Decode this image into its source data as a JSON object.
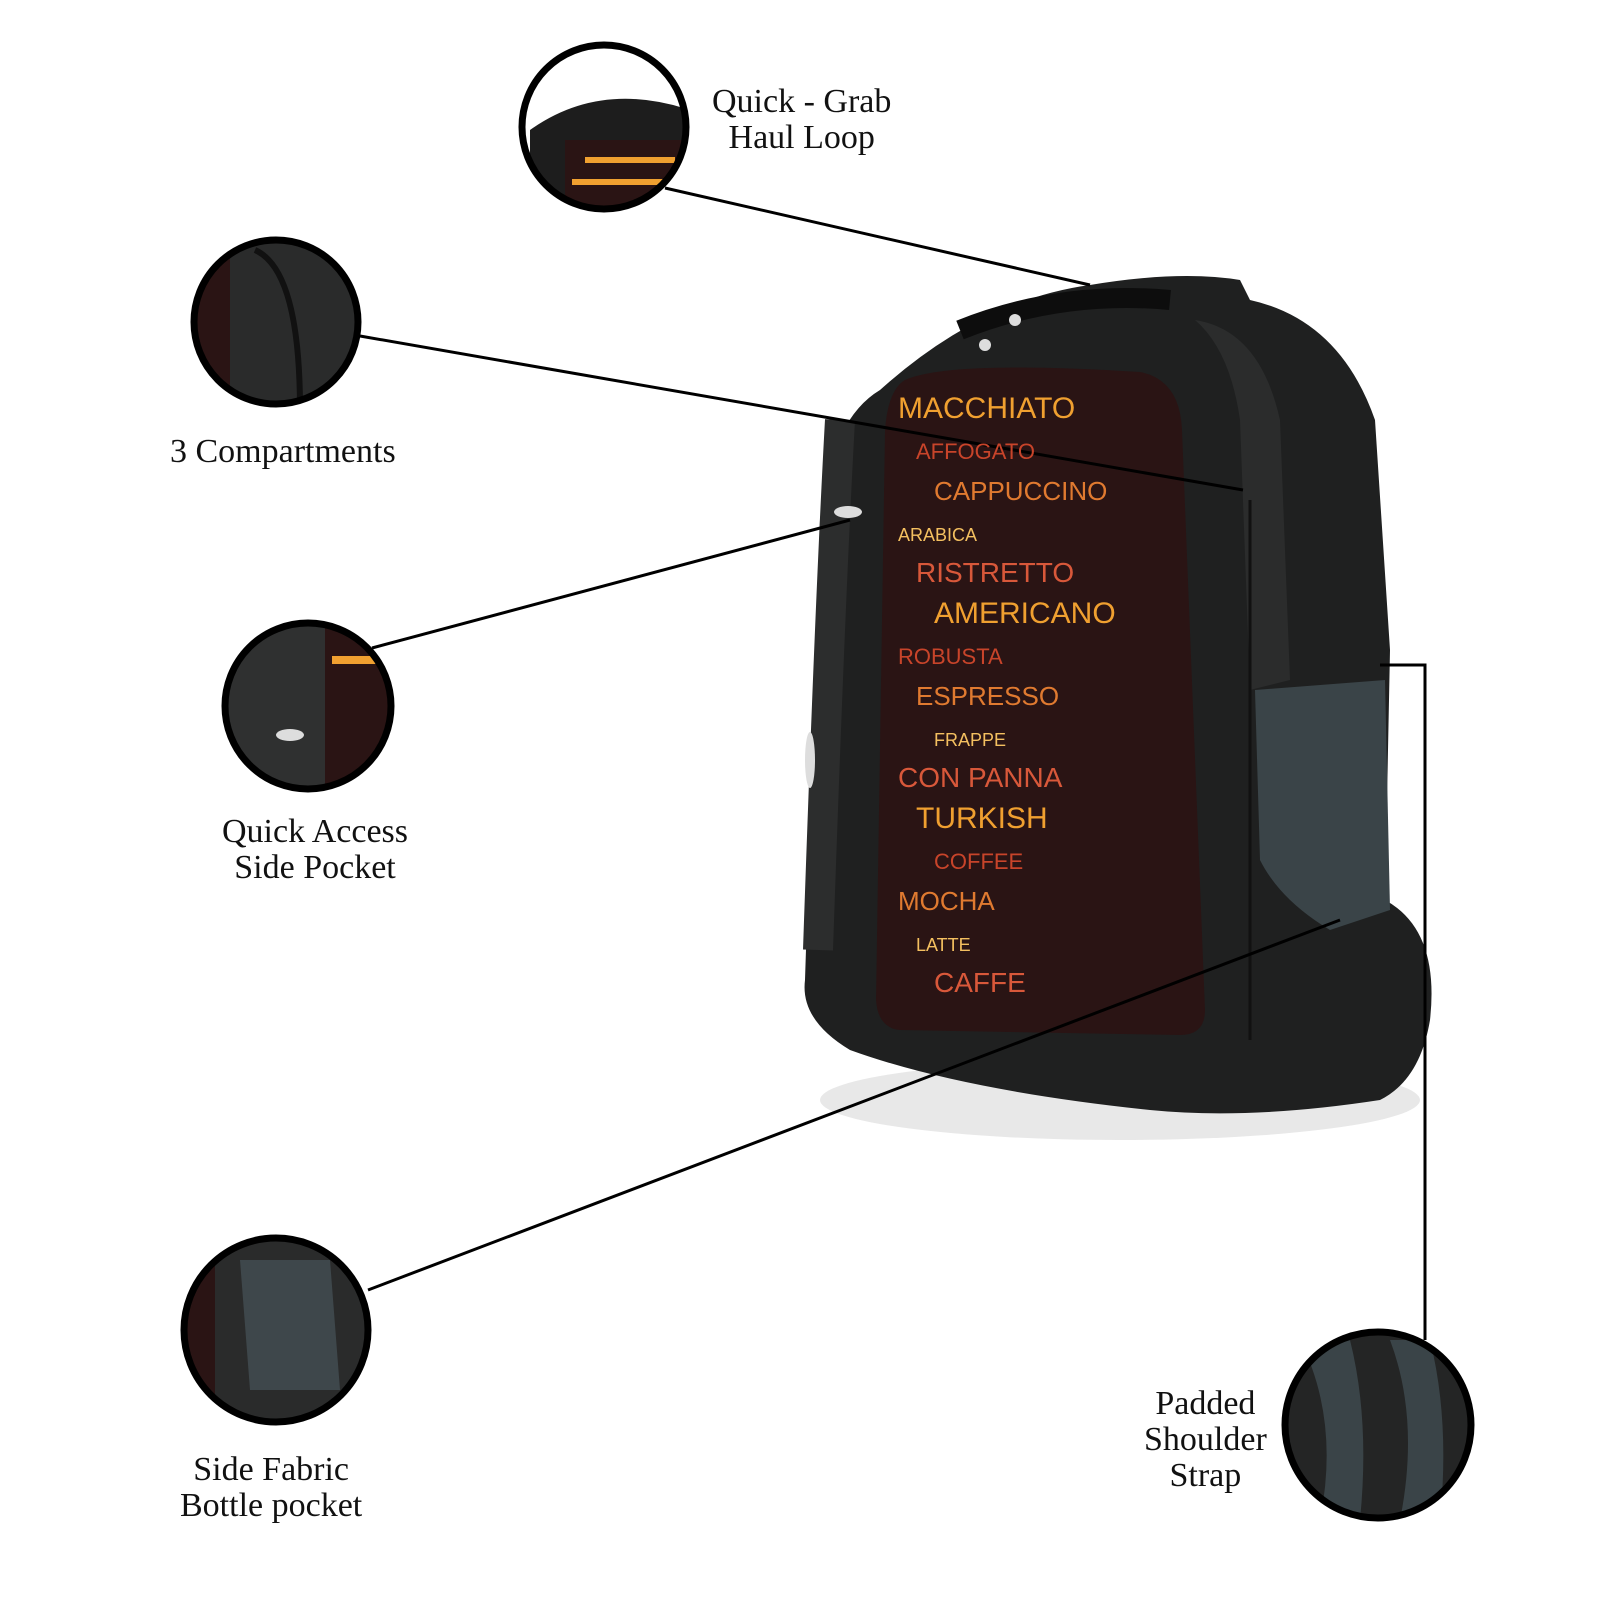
{
  "features": [
    {
      "id": "haul-loop",
      "lines": [
        "Quick - Grab",
        "Haul Loop"
      ]
    },
    {
      "id": "compartments",
      "lines": [
        "3 Compartments"
      ]
    },
    {
      "id": "side-pocket",
      "lines": [
        "Quick Access",
        "Side Pocket"
      ]
    },
    {
      "id": "bottle-pocket",
      "lines": [
        "Side Fabric",
        "Bottle pocket"
      ]
    },
    {
      "id": "shoulder-strap",
      "lines": [
        "Padded",
        "Shoulder",
        "Strap"
      ]
    }
  ],
  "pattern_words": [
    "MACCHIATO",
    "AFFOGATO",
    "CAPPUCCINO",
    "ARABICA",
    "RISTRETTO",
    "AMERICANO",
    "ROBUSTA",
    "ESPRESSO",
    "FRAPPE",
    "CON PANNA",
    "TURKISH",
    "COFFEE",
    "MOCHA",
    "LATTE",
    "CAFFE"
  ],
  "colors": {
    "bag": "#1e1f1f",
    "panel": "#2a1414",
    "accent_orange": "#f0a030",
    "accent_red": "#c8442a",
    "line": "#000000"
  }
}
